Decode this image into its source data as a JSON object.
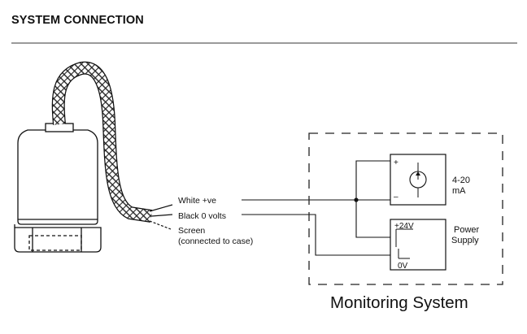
{
  "header": {
    "title": "SYSTEM CONNECTION"
  },
  "diagram": {
    "wire_white": "White +ve",
    "wire_black": "Black 0 volts",
    "wire_screen": "Screen",
    "wire_screen_note": "(connected to case)",
    "meter_plus": "+",
    "meter_minus": "–",
    "meter_label_line1": "4-20",
    "meter_label_line2": "mA",
    "supply_pos": "+24V",
    "supply_neg": "0V",
    "supply_label_line1": "Power",
    "supply_label_line2": "Supply",
    "system_label": "Monitoring System"
  },
  "colors": {
    "line": "#111111",
    "rule": "#9a9a9a",
    "dash": "#222222"
  }
}
